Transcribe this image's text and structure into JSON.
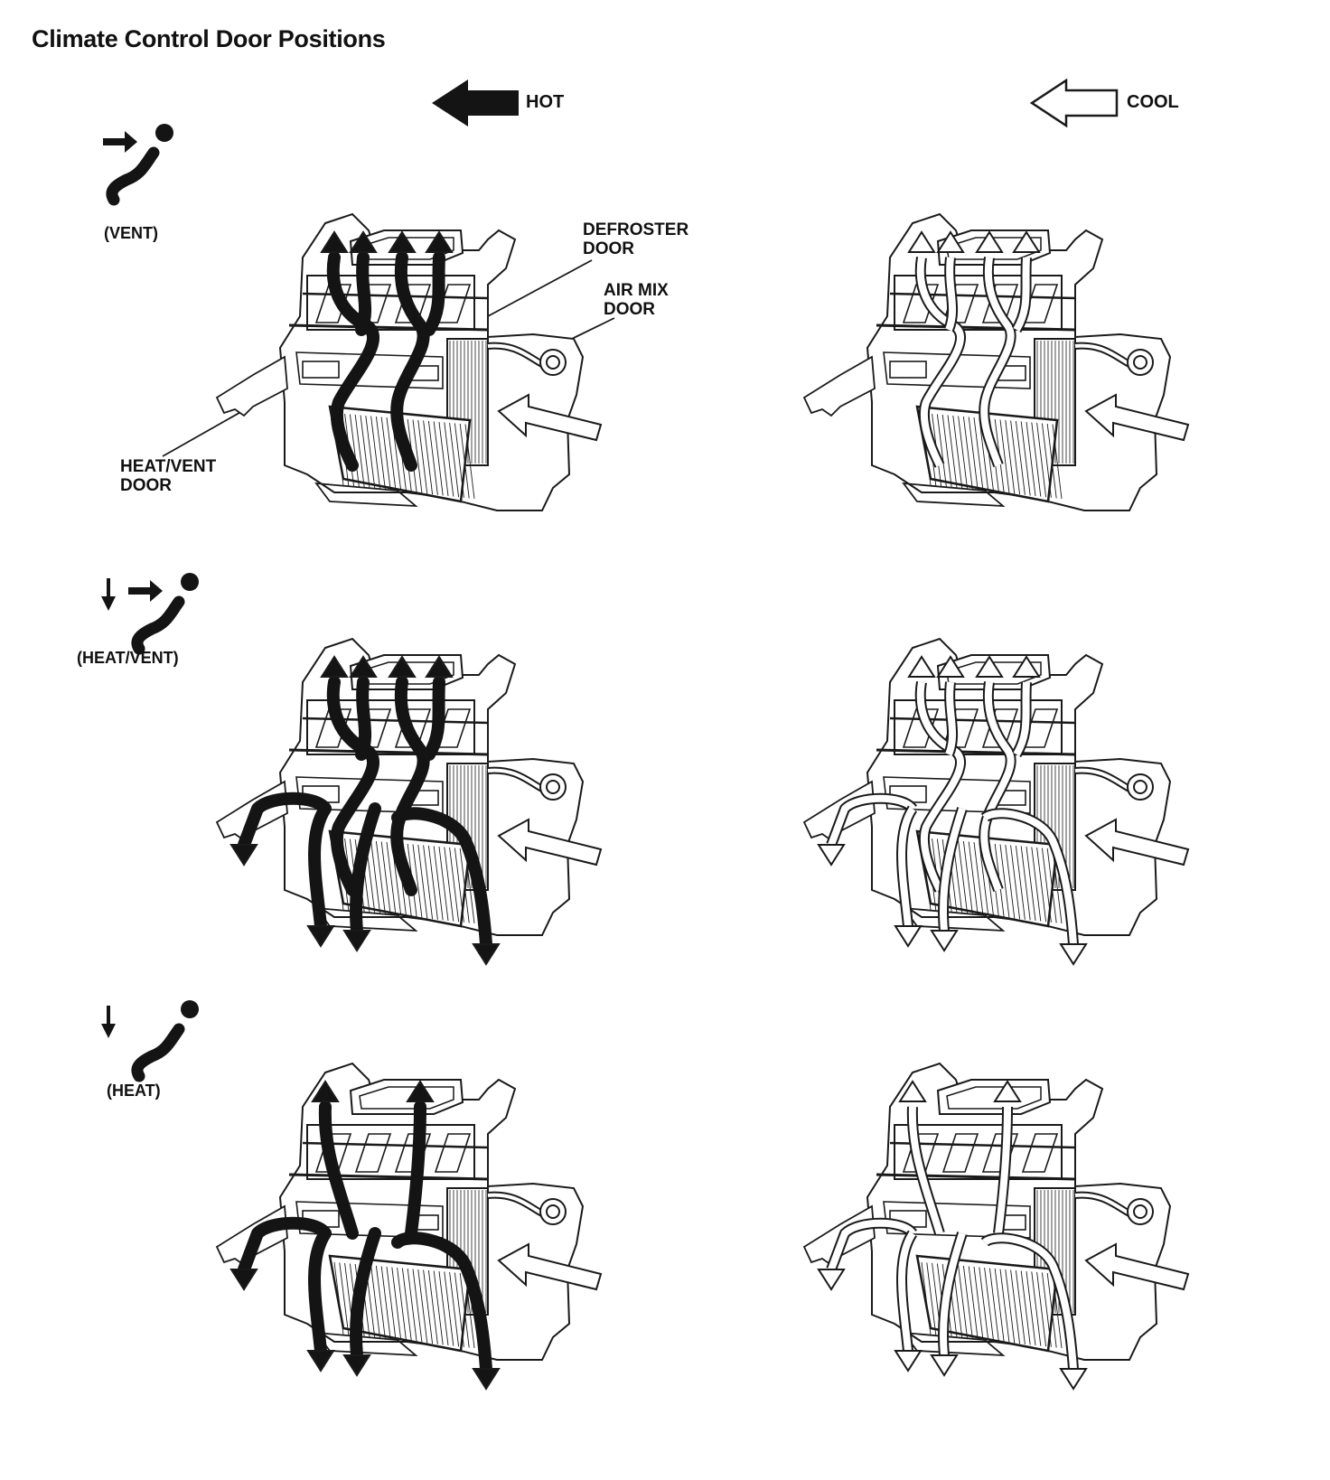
{
  "title": "Climate Control Door Positions",
  "legend": {
    "hot_label": "HOT",
    "cool_label": "COOL"
  },
  "modes": [
    {
      "label": "(VENT)"
    },
    {
      "label": "(HEAT/VENT)"
    },
    {
      "label": "(HEAT)"
    }
  ],
  "callouts": {
    "defroster_door": "DEFROSTER\nDOOR",
    "air_mix_door": "AIR MIX\nDOOR",
    "heat_vent_door": "HEAT/VENT\nDOOR"
  },
  "colors": {
    "hot_flow": "#141414",
    "cool_flow": "#ffffff",
    "line": "#1a1a1a"
  }
}
